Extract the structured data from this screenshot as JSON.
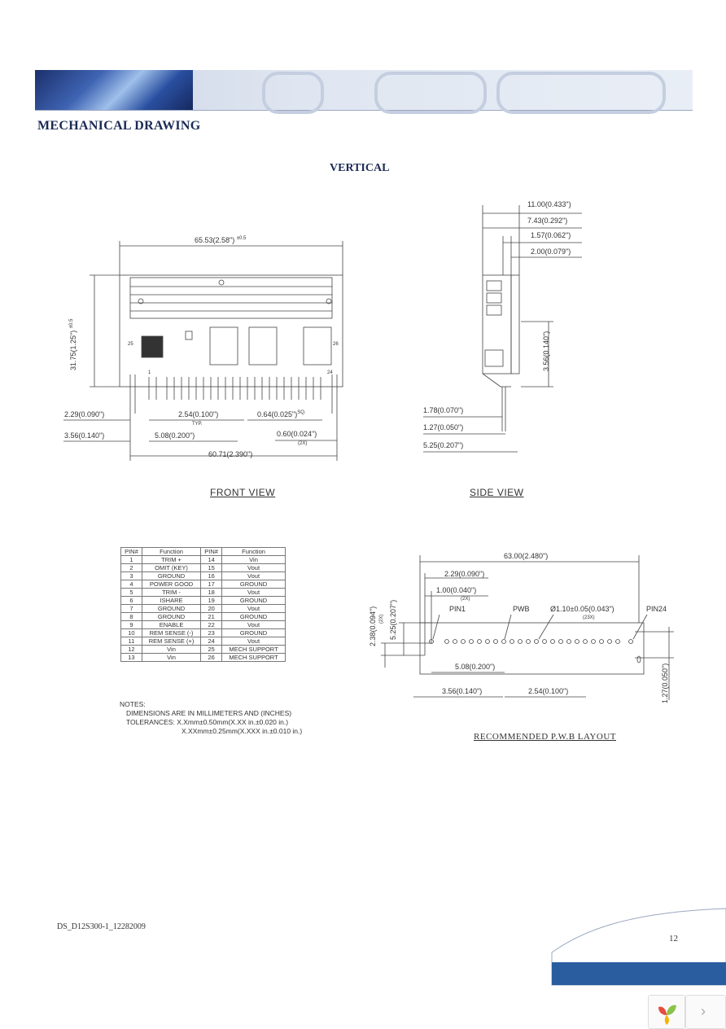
{
  "header": {
    "title": "MECHANICAL DRAWING",
    "subtitle": "VERTICAL"
  },
  "front_view": {
    "caption": "FRONT VIEW",
    "dims": {
      "width_top": "65.53(2.58\")",
      "width_top_tol": "±0.5",
      "height_left": "31.75(1.25\")",
      "height_left_tol": "±0.5",
      "d1": "2.29(0.090\")",
      "d2": "2.54(0.100\")",
      "d2_note": "TYP.",
      "d3": "0.64(0.025\")",
      "d3_note": "SQ.",
      "d4": "3.56(0.140\")",
      "d5": "5.08(0.200\")",
      "d6": "0.60(0.024\")",
      "d6_note": "(2X)",
      "width_bottom": "60.71(2.390\")"
    },
    "pin_labels": {
      "p1": "1",
      "p25": "25",
      "p26": "26",
      "p24": "24"
    }
  },
  "side_view": {
    "caption": "SIDE VIEW",
    "dims": {
      "s1": "11.00(0.433\")",
      "s2": "7.43(0.292\")",
      "s3": "1.57(0.062\")",
      "s4": "2.00(0.079\")",
      "s5": "3.56(0.140\")",
      "s6": "1.78(0.070\")",
      "s7": "1.27(0.050\")",
      "s8": "5.25(0.207\")"
    }
  },
  "pin_table": {
    "headers": [
      "PIN#",
      "Function",
      "PIN#",
      "Function"
    ],
    "rows": [
      [
        "1",
        "TRIM  +",
        "14",
        "Vin"
      ],
      [
        "2",
        "OMIT (KEY)",
        "15",
        "Vout"
      ],
      [
        "3",
        "GROUND",
        "16",
        "Vout"
      ],
      [
        "4",
        "POWER GOOD",
        "17",
        "GROUND"
      ],
      [
        "5",
        "TRIM  -",
        "18",
        "Vout"
      ],
      [
        "6",
        "ISHARE",
        "19",
        "GROUND"
      ],
      [
        "7",
        "GROUND",
        "20",
        "Vout"
      ],
      [
        "8",
        "GROUND",
        "21",
        "GROUND"
      ],
      [
        "9",
        "ENABLE",
        "22",
        "Vout"
      ],
      [
        "10",
        "REM SENSE (-)",
        "23",
        "GROUND"
      ],
      [
        "11",
        "REM SENSE (+)",
        "24",
        "Vout"
      ],
      [
        "12",
        "Vin",
        "25",
        "MECH SUPPORT"
      ],
      [
        "13",
        "Vin",
        "26",
        "MECH SUPPORT"
      ]
    ]
  },
  "notes": {
    "heading": "NOTES:",
    "line1": "DIMENSIONS ARE IN MILLIMETERS AND (INCHES)",
    "line2": "TOLERANCES: X.Xmm±0.50mm(X.XX in.±0.020 in.)",
    "line3": "X.XXmm±0.25mm(X.XXX in.±0.010 in.)"
  },
  "pwb_layout": {
    "caption": "RECOMMENDED P.W.B LAYOUT",
    "dims": {
      "w": "63.00(2.480\")",
      "a": "2.29(0.090\")",
      "b": "1.00(0.040\")",
      "b_note": "(2X)",
      "hole": "Ø1.10±0.05(0.043\")",
      "hole_note": "(23X)",
      "v1": "2.38(0.094\")",
      "v1_note": "(2X)",
      "v2": "5.25(0.207\")",
      "c": "5.08(0.200\")",
      "d": "3.56(0.140\")",
      "e": "2.54(0.100\")",
      "f": "1.27(0.050\")"
    },
    "labels": {
      "pin1": "PIN1",
      "pwb": "PWB",
      "pin24": "PIN24"
    }
  },
  "footer": {
    "doc_code": "DS_D12S300-1_12282009",
    "page": "12"
  },
  "colors": {
    "brand_navy": "#1b2a55",
    "accent_blue": "#2a5d9f"
  }
}
